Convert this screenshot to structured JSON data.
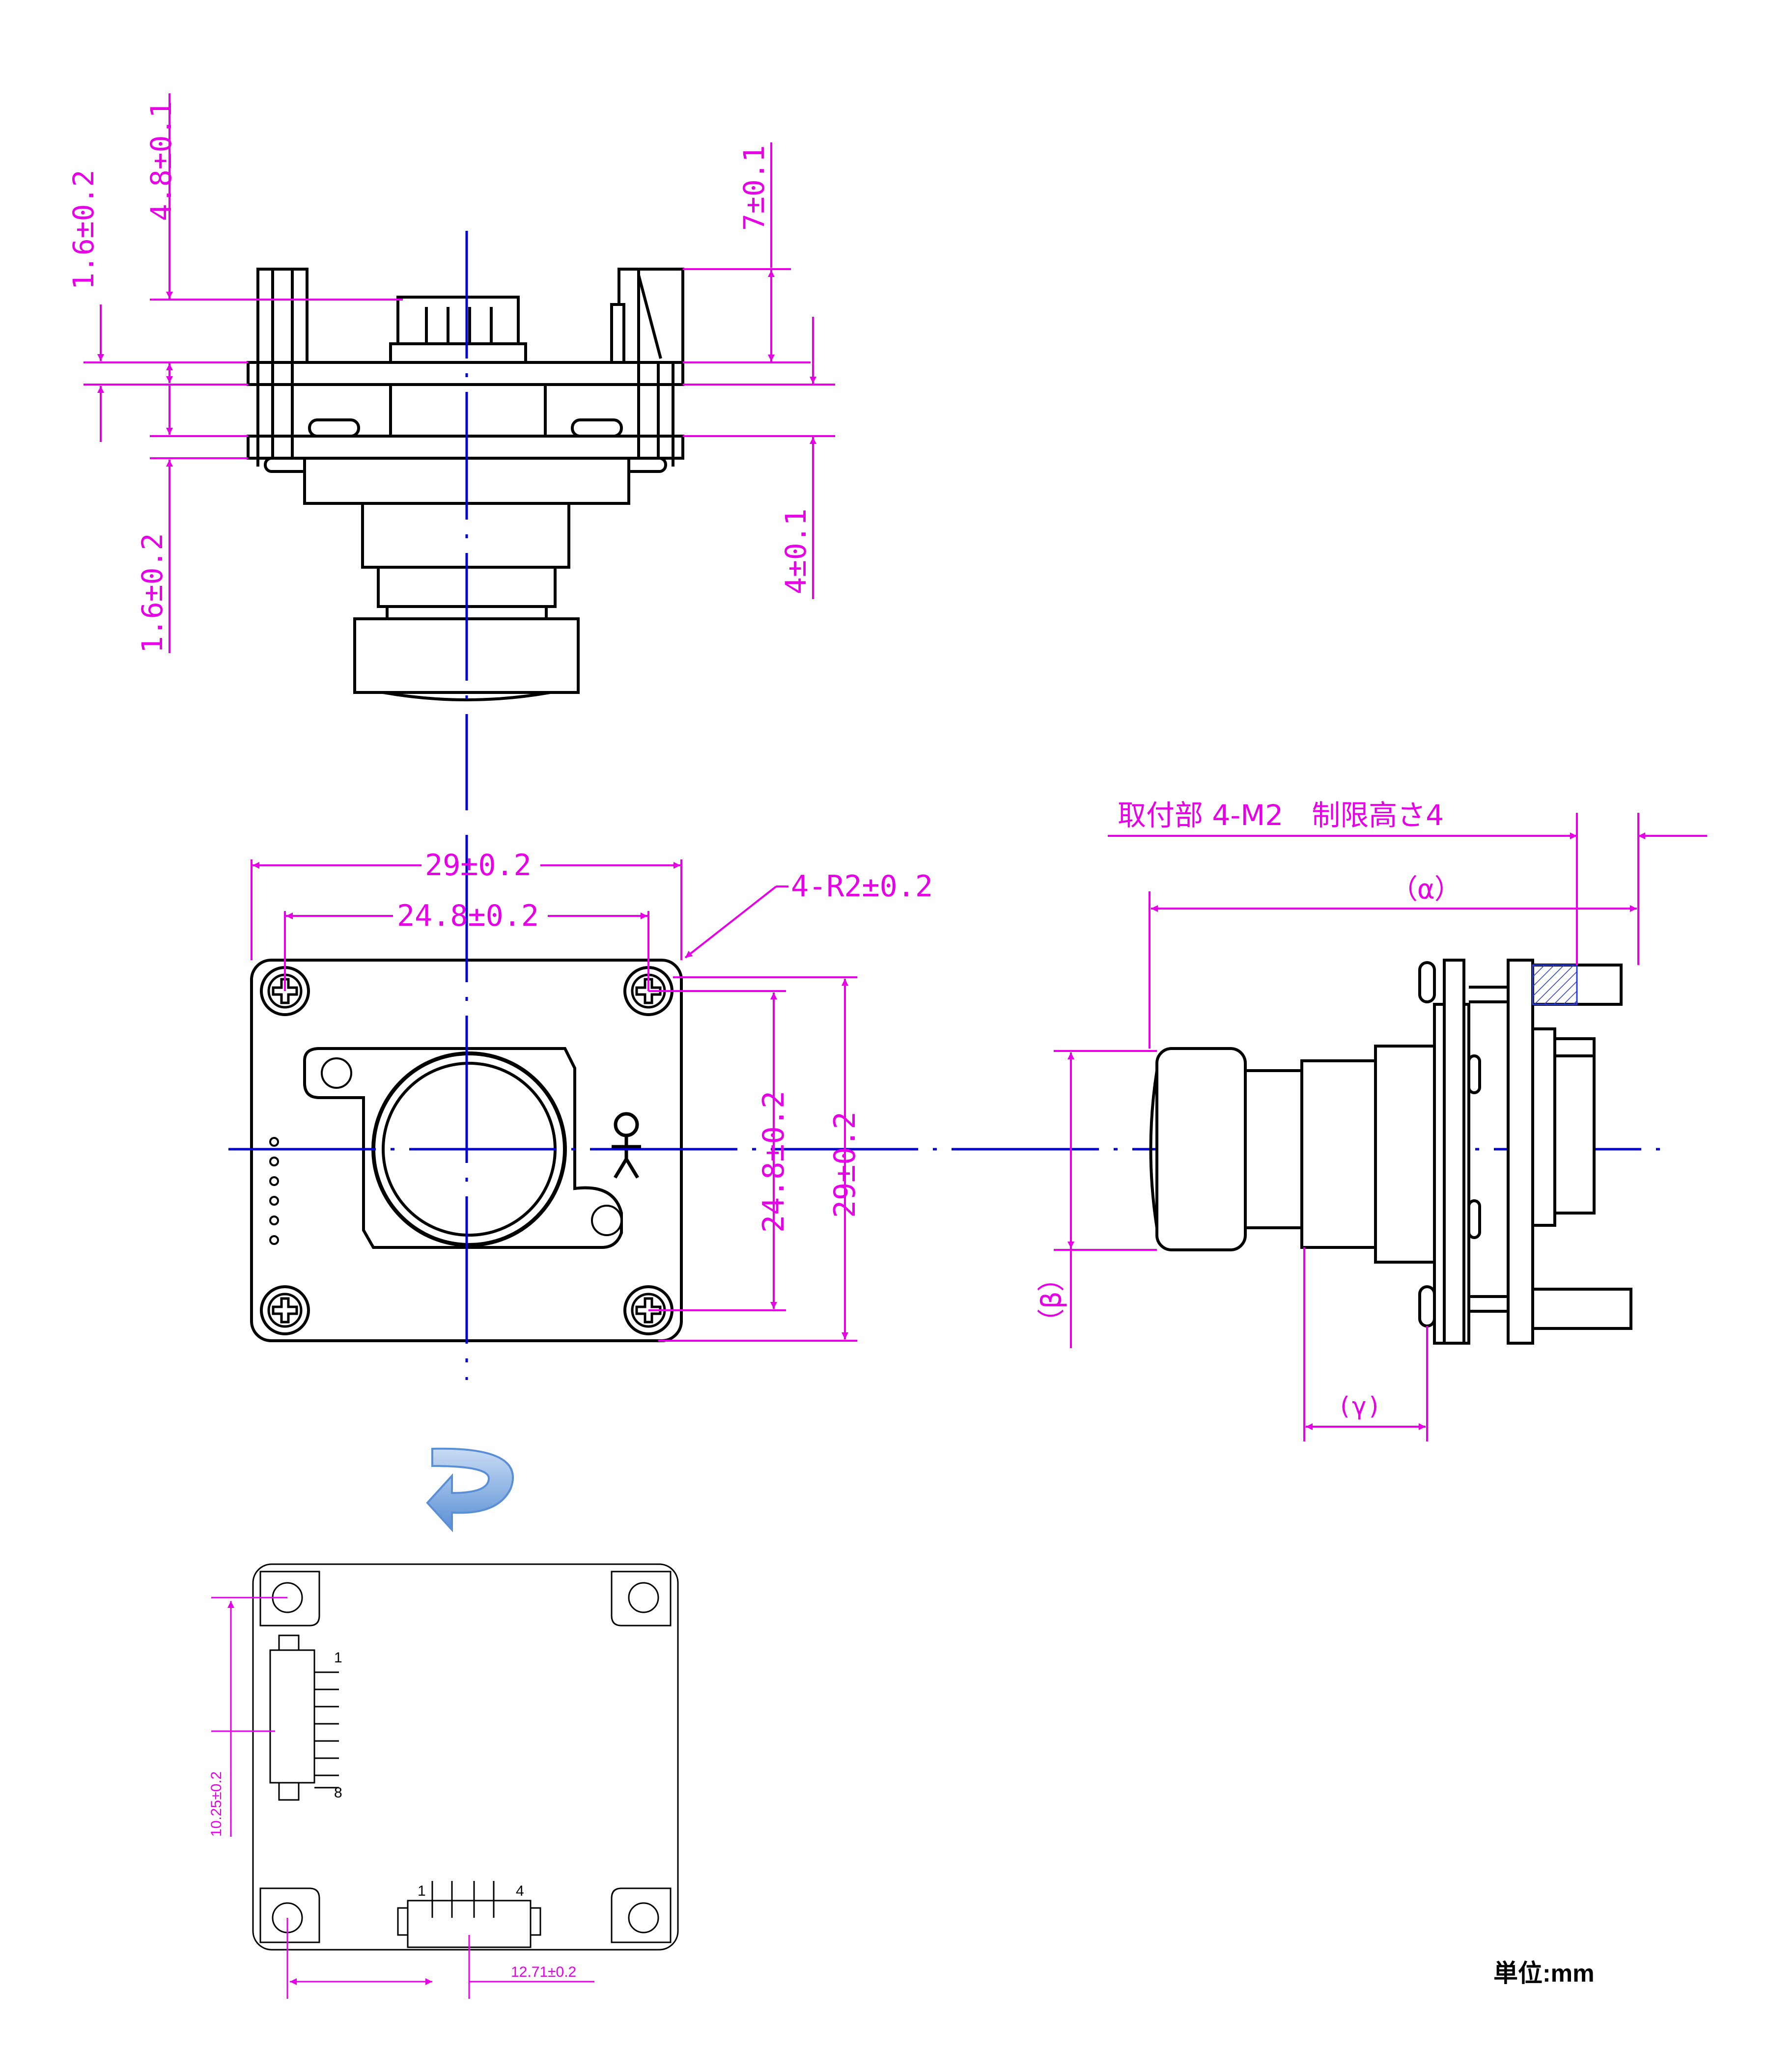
{
  "colors": {
    "dimension": "#e600e6",
    "centerline": "#0000cc",
    "outline": "#000000",
    "hatch": "#2b3bd6",
    "arrow": "#6f9ad6"
  },
  "top_view": {
    "dim_4_8": "4.8±0.1",
    "dim_1_6_upper": "1.6±0.2",
    "dim_1_6_lower": "1.6±0.2",
    "dim_7": "7±0.1",
    "dim_4": "4±0.1"
  },
  "front_view": {
    "dim_29_w": "29±0.2",
    "dim_24_8_w": "24.8±0.2",
    "dim_radius": "4-R2±0.2",
    "dim_24_8_h": "24.8±0.2",
    "dim_29_h": "29±0.2"
  },
  "side_view": {
    "mount_note": "取付部 4-M2　制限高さ4",
    "alpha": "（α）",
    "beta": "（β）",
    "gamma": "(γ)"
  },
  "back_view": {
    "pin_1_left": "1",
    "pin_8": "8",
    "pin_1_bottom": "1",
    "pin_4": "4",
    "dim_10_25": "10.25±0.2",
    "dim_12_71": "12.71±0.2"
  },
  "unit_label": "単位:mm",
  "icons": [
    "flip-arrow-icon",
    "person-orientation-icon",
    "phillips-screw-icon"
  ]
}
